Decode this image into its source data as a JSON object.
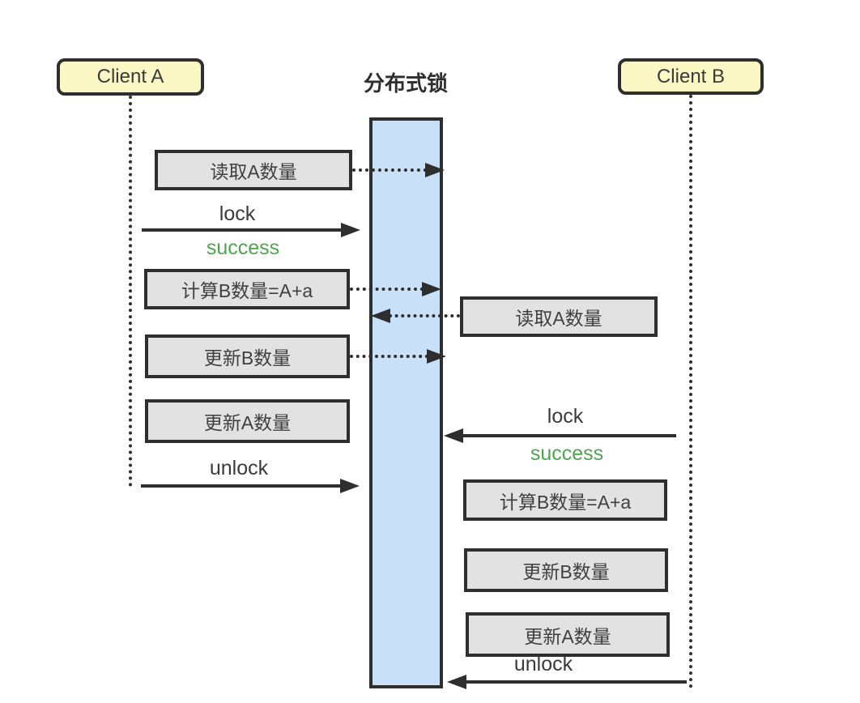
{
  "diagram": {
    "title": "分布式锁",
    "actor_a": "Client A",
    "actor_b": "Client B"
  },
  "left_flow": {
    "read_a": "读取A数量",
    "lock_label": "lock",
    "lock_result": "success",
    "compute_b": "计算B数量=A+a",
    "update_b": "更新B数量",
    "update_a": "更新A数量",
    "unlock_label": "unlock"
  },
  "right_flow": {
    "read_a": "读取A数量",
    "lock_label": "lock",
    "lock_result": "success",
    "compute_b": "计算B数量=A+a",
    "update_b": "更新B数量",
    "update_a": "更新A数量",
    "unlock_label": "unlock"
  },
  "colors": {
    "actor_fill": "#FBF8C6",
    "task_fill": "#E2E2E2",
    "lock_bar_fill": "#C9E1F8",
    "line": "#2E2E2E",
    "success_green": "#4FA44F"
  }
}
